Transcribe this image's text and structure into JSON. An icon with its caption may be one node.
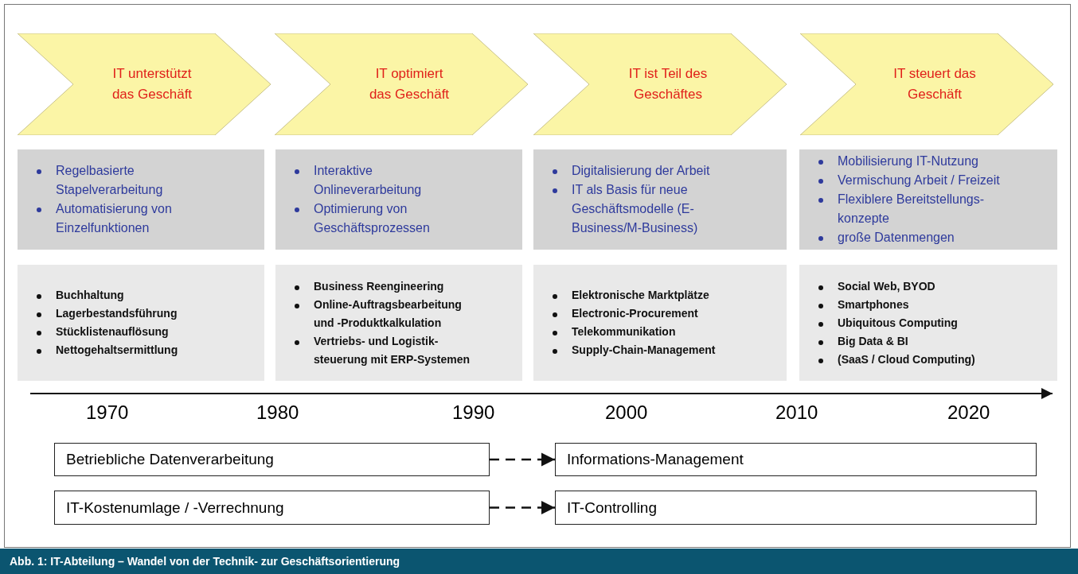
{
  "diagram": {
    "caption": "Abb. 1: IT-Abteilung – Wandel von der Technik- zur Geschäftsorientierung",
    "nodes": [
      {
        "text": [
          "IT unterstützt das Geschäft"
        ]
      },
      {
        "text": [
          "IT optimiert das Geschäft"
        ]
      },
      {
        "text": [
          "IT ist Teil des Geschäftes"
        ]
      },
      {
        "text": [
          "IT steuert das Geschäft"
        ]
      },
      {
        "text": [
          "Regelbasierte Stapelverarbeitung",
          "Automatisierung von Einzelfunktionen"
        ]
      },
      {
        "text": [
          "Interaktive Onlineverarbeitung",
          "Optimierung von Geschäftsprozessen"
        ]
      },
      {
        "text": [
          "Digitalisierung der Arbeit",
          "IT als Basis für neue Geschäftsmodelle (E-Business/M-Business)"
        ]
      },
      {
        "text": [
          "Mobilisierung IT-Nutzung",
          "Vermischung Arbeit / Freizeit",
          "Flexiblere Bereitstellungs- konzepte",
          "große Datenmengen"
        ]
      },
      {
        "text": [
          "Buchhaltung",
          "Lagerbestandsführung",
          "Stücklistenauflösung",
          "Nettogehaltsermittlung"
        ]
      },
      {
        "text": [
          "Business Reengineering",
          "Online-Auftragsbearbeitung und -Produktkalkulation",
          "Vertriebs- und Logistik- steuerung mit ERP-Systemen"
        ]
      },
      {
        "text": [
          "Elektronische Marktplätze",
          "Electronic-Procurement",
          "Telekommunikation",
          "Supply-Chain-Management"
        ]
      },
      {
        "text": [
          "Social Web, BYOD",
          "Smartphones",
          "Ubiquitous Computing",
          "Big Data & BI",
          "(SaaS / Cloud Computing)"
        ]
      },
      {
        "text": [
          "Betriebliche Datenverarbeitung"
        ]
      },
      {
        "text": [
          "Informations-Management"
        ]
      },
      {
        "text": [
          "IT-Kostenumlage / -Verrechnung"
        ]
      },
      {
        "text": [
          "IT-Controlling"
        ]
      }
    ],
    "edges": [
      {
        "from": 12,
        "to": 13,
        "arrow": "to",
        "style": "dashed"
      },
      {
        "from": 14,
        "to": 15,
        "arrow": "to",
        "style": "dashed"
      }
    ],
    "labels": [
      "1970",
      "1980",
      "1990",
      "2000",
      "2010",
      "2020"
    ]
  }
}
